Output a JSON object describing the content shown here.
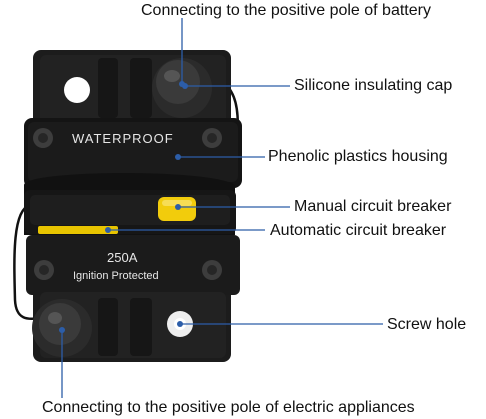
{
  "labels": {
    "top": "Connecting to the positive pole of battery",
    "silicone": "Silicone insulating cap",
    "housing": "Phenolic plastics housing",
    "manual": "Manual circuit breaker",
    "automatic": "Automatic circuit breaker",
    "screw": "Screw hole",
    "bottom": "Connecting to the positive pole of electric appliances"
  },
  "device": {
    "brand_text": "WATERPROOF",
    "rating": "250A",
    "protection": "Ignition Protected"
  },
  "colors": {
    "leader_line": "#2c5da8",
    "body": "#1c1c1c",
    "button": "#f2cc0c"
  }
}
